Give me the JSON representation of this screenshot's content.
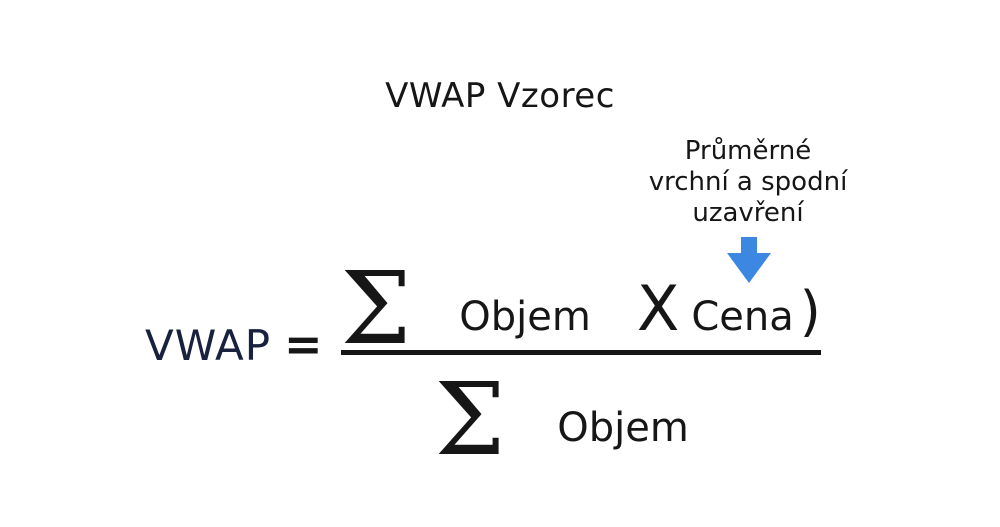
{
  "title": "VWAP Vzorec",
  "annotation": {
    "lines": [
      "Průměrné",
      "vrchní a spodní",
      "uzavření"
    ]
  },
  "formula": {
    "lhs": "VWAP",
    "equals": "=",
    "numerator": {
      "sigma": "Σ",
      "term1": "Objem",
      "operator": "X",
      "term2": "Cena",
      "close_paren": ")"
    },
    "denominator": {
      "sigma": "Σ",
      "term": "Objem"
    }
  },
  "colors": {
    "background": "#ffffff",
    "text": "#161616",
    "lhs": "#18223e",
    "arrow": "#3b87e2"
  }
}
